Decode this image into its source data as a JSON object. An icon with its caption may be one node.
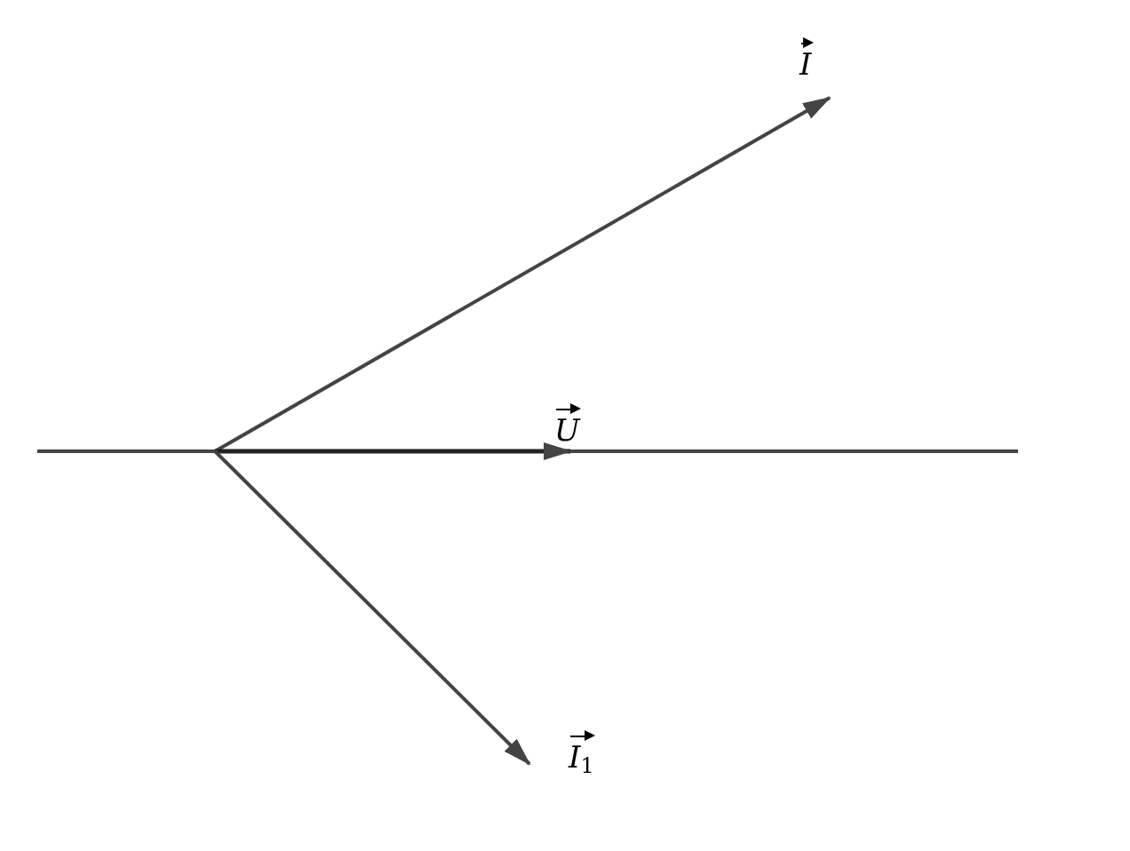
{
  "diagram": {
    "labels": [
      "I",
      "U",
      "I$_{1}$"
    ]
  }
}
